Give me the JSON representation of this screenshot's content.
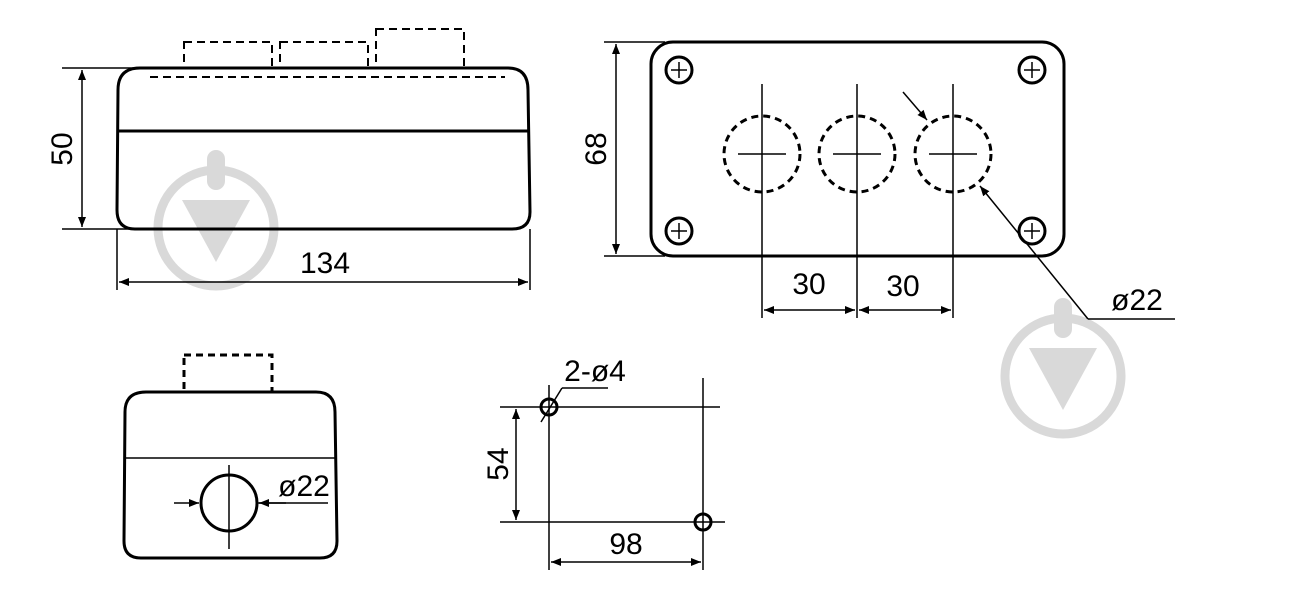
{
  "front_view": {
    "height_dim": "50",
    "width_dim": "134"
  },
  "top_view": {
    "height_dim": "68",
    "spacing_1": "30",
    "spacing_2": "30",
    "hole_diameter": "ø22"
  },
  "side_view": {
    "hole_diameter": "ø22"
  },
  "mounting_view": {
    "holes_label": "2-ø4",
    "height_dim": "54",
    "width_dim": "98"
  },
  "colors": {
    "line": "#000000",
    "watermark": "#d9d9d9"
  }
}
